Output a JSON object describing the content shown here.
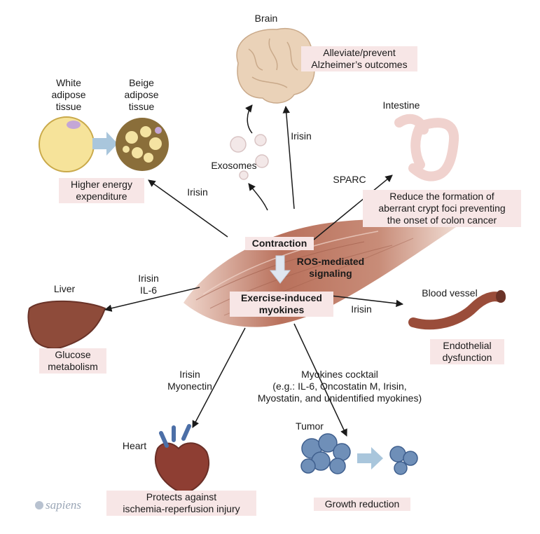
{
  "organs": {
    "brain": {
      "title": "Brain",
      "effect": "Alleviate/prevent\nAlzheimer’s outcomes"
    },
    "adipose": {
      "white": "White\nadipose\ntissue",
      "beige": "Beige\nadipose\ntissue",
      "effect": "Higher energy\nexpenditure"
    },
    "intestine": {
      "title": "Intestine",
      "effect": "Reduce the formation of\naberrant crypt foci preventing\nthe onset of colon cancer"
    },
    "liver": {
      "title": "Liver",
      "effect": "Glucose\nmetabolism"
    },
    "blood_vessel": {
      "title": "Blood vessel",
      "effect": "Endothelial\ndysfunction"
    },
    "heart": {
      "title": "Heart",
      "effect": "Protects against\nischemia-reperfusion injury"
    },
    "tumor": {
      "title": "Tumor",
      "effect": "Growth reduction"
    }
  },
  "muscle": {
    "contraction": "Contraction",
    "signaling": "ROS-mediated\nsignaling",
    "myokines": "Exercise-induced\nmyokines"
  },
  "mediators": {
    "exosomes": "Exosomes",
    "brain_irisin": "Irisin",
    "adipose_irisin": "Irisin",
    "sparc": "SPARC",
    "liver": "Irisin\nIL-6",
    "vessel_irisin": "Irisin",
    "heart": "Irisin\nMyonectin",
    "tumor": "Myokines cocktail\n(e.g.: IL-6, Oncostatin M, Irisin,\nMyostatin, and unidentified myokines)"
  },
  "brand": {
    "logo": "sapiens"
  },
  "colors": {
    "muscle": "#b9715c",
    "effect_box": "#f7e6e6",
    "arrow": "#1a1a1a",
    "signal_arrow": "#cfd9e6"
  }
}
